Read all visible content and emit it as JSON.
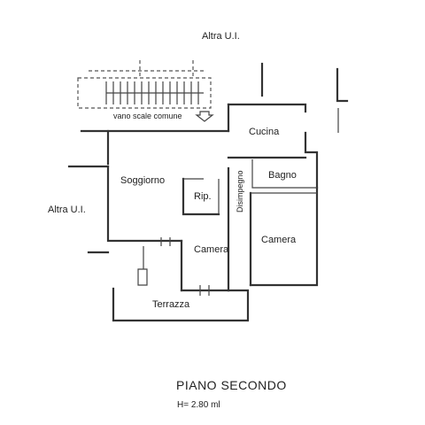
{
  "labels": {
    "altra_top": "Altra U.I.",
    "altra_left": "Altra U.I.",
    "vano": "vano scale comune",
    "cucina": "Cucina",
    "soggiorno": "Soggiorno",
    "bagno": "Bagno",
    "disimpegno": "Disimpegno",
    "rip": "Rip.",
    "camera1": "Camera",
    "camera2": "Camera",
    "terrazza": "Terrazza"
  },
  "footer": {
    "title": "PIANO SECONDO",
    "height": "H= 2.80 ml"
  }
}
